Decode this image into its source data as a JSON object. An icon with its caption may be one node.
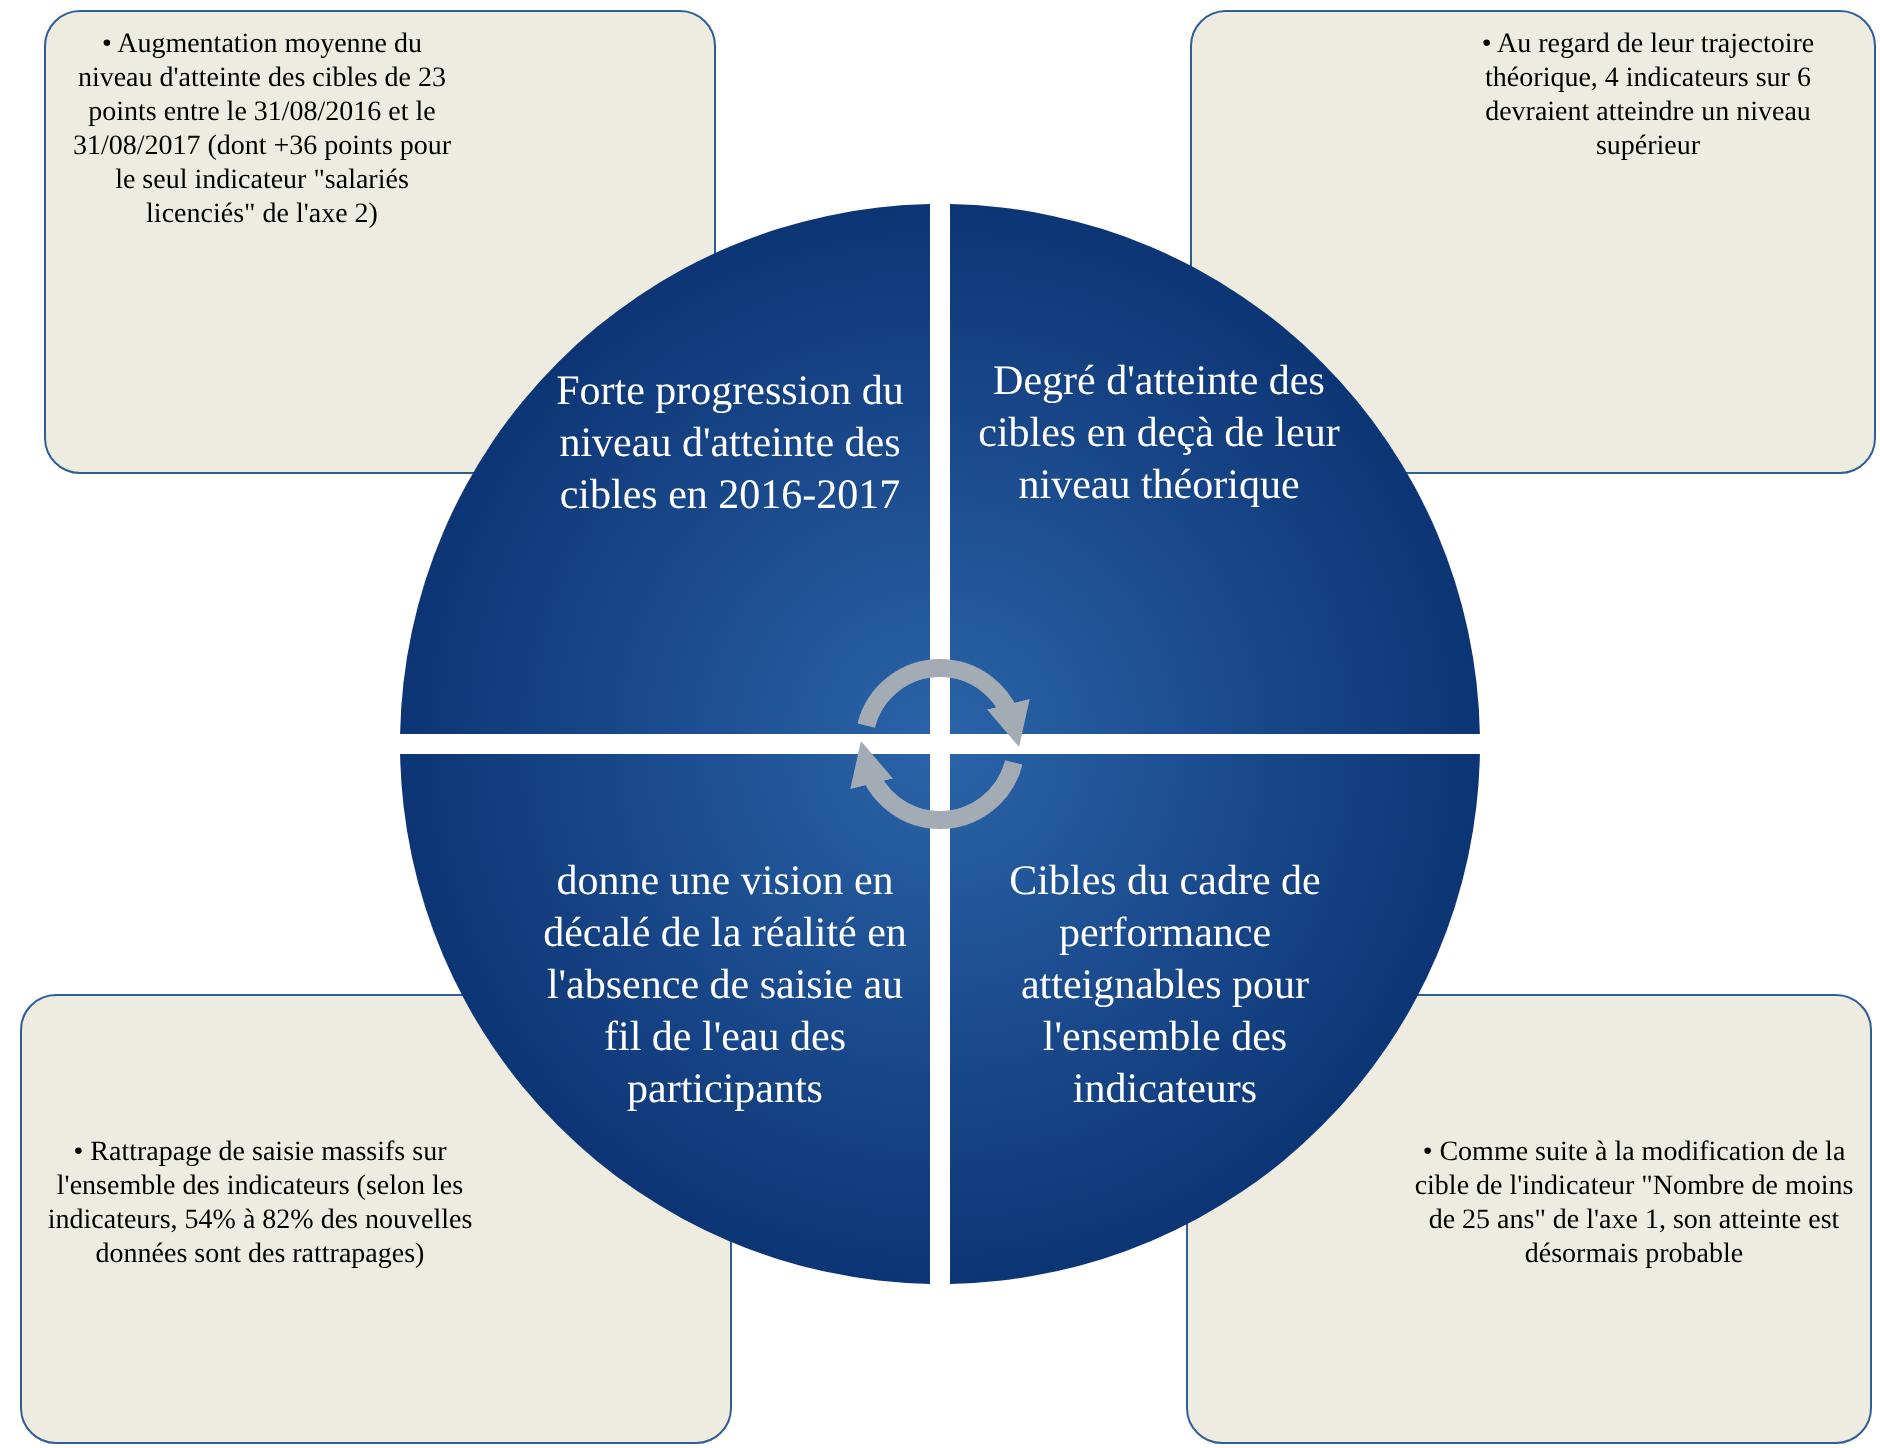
{
  "diagram": {
    "nodes": [
      {
        "text": [
          "• Augmentation moyenne du niveau d'atteinte des cibles de 23 points entre le 31/08/2016 et le 31/08/2017 (dont +36 points pour le seul indicateur \"salariés licenciés\" de l'axe 2)"
        ]
      },
      {
        "text": [
          "• Au regard de leur trajectoire théorique, 4 indicateurs sur 6 devraient atteindre un niveau supérieur"
        ]
      },
      {
        "text": [
          "Forte progression du niveau d'atteinte des cibles  en 2016-2017"
        ]
      },
      {
        "text": [
          "Degré d'atteinte des cibles en deçà de leur niveau théorique"
        ]
      },
      {
        "text": [
          "donne une vision en décalé de la réalité en l'absence de saisie au fil de l'eau des participants"
        ]
      },
      {
        "text": [
          "Cibles du cadre de performance atteignables pour l'ensemble des indicateurs"
        ]
      },
      {
        "text": [
          "• Rattrapage de saisie massifs sur l'ensemble des indicateurs (selon les indicateurs, 54% à 82% des nouvelles données sont des rattrapages)"
        ]
      },
      {
        "text": [
          "• Comme suite à la modification de la cible de l'indicateur \"Nombre de moins de 25 ans\" de l'axe 1, son atteinte est désormais probable"
        ]
      }
    ],
    "edges": [
      {
        "from": 2,
        "to": 3,
        "arrow": "to"
      },
      {
        "from": 5,
        "to": 4,
        "arrow": "to"
      }
    ]
  }
}
